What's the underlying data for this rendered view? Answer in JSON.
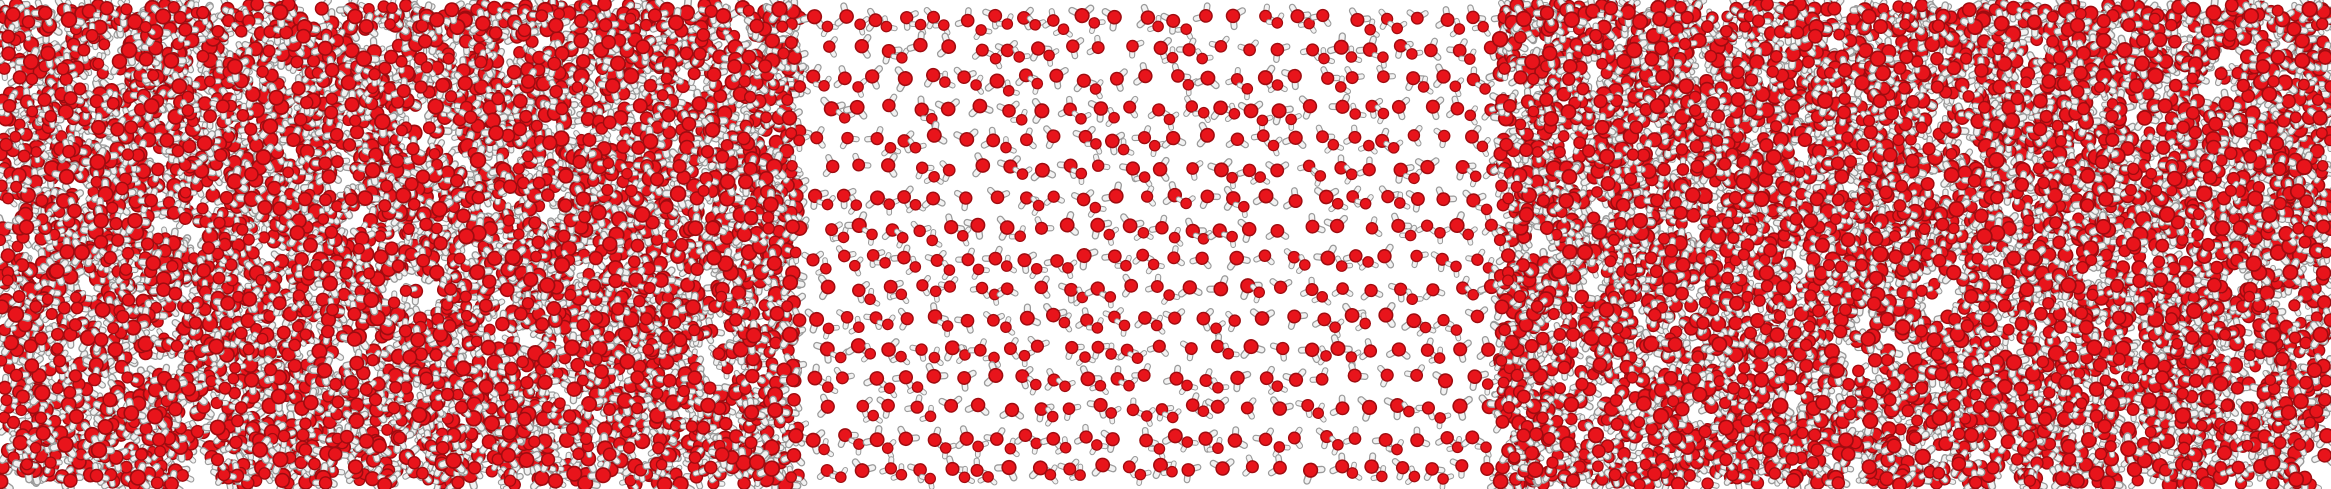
{
  "scene": {
    "description_free": true,
    "colors": {
      "oxygen": "#e8141b",
      "oxygen_dark": "#9e0c10",
      "hydrogen": "#f2f2f2",
      "hydrogen_shade": "#9a9a9a",
      "background": "#ffffff"
    },
    "regions": [
      {
        "id": "liquid-left",
        "phase": "liquid"
      },
      {
        "id": "ice-center",
        "phase": "crystal"
      },
      {
        "id": "liquid-right",
        "phase": "liquid"
      }
    ]
  }
}
